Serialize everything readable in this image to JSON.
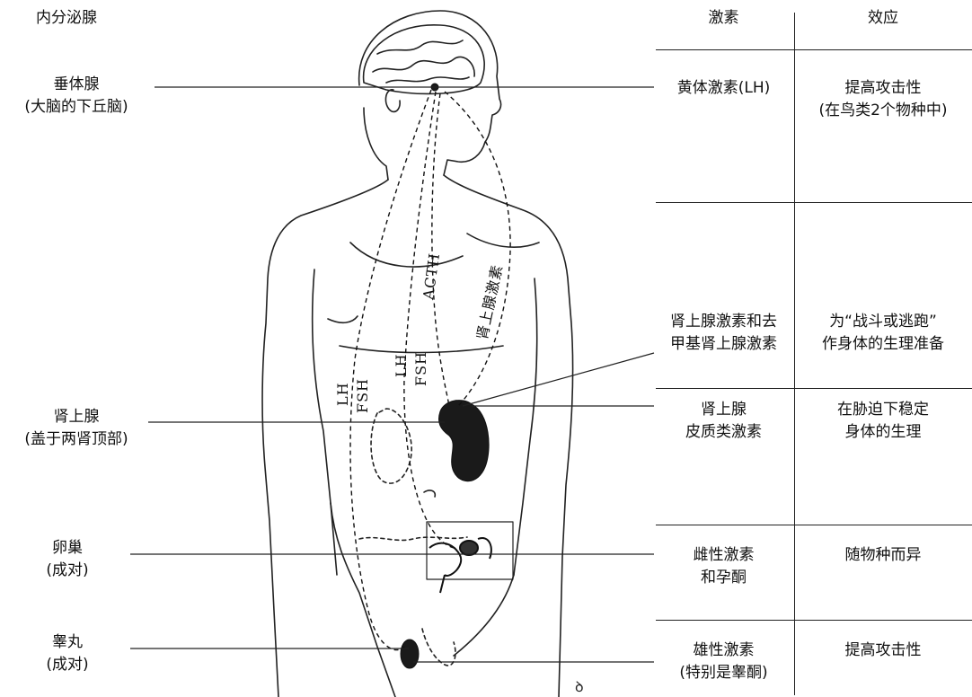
{
  "header": {
    "left": "内分泌腺",
    "hormone": "激素",
    "effect": "效应"
  },
  "glands": [
    {
      "name": "垂体腺",
      "sub": "(大脑的下丘脑)"
    },
    {
      "name": "肾上腺",
      "sub": "(盖于两肾顶部)"
    },
    {
      "name": "卵巢",
      "sub": "(成对)"
    },
    {
      "name": "睾丸",
      "sub": "(成对)"
    }
  ],
  "rows": [
    {
      "hormone": [
        "黄体激素(LH)"
      ],
      "effect": [
        "提高攻击性",
        "(在鸟类2个物种中)"
      ]
    },
    {
      "hormone": [
        "肾上腺激素和去",
        "甲基肾上腺激素"
      ],
      "effect": [
        "为“战斗或逃跑”",
        "作身体的生理准备"
      ]
    },
    {
      "hormone": [
        "肾上腺",
        "皮质类激素"
      ],
      "effect": [
        "在胁迫下稳定",
        "身体的生理"
      ]
    },
    {
      "hormone": [
        "雌性激素",
        "和孕酮"
      ],
      "effect": [
        "随物种而异"
      ]
    },
    {
      "hormone": [
        "雄性激素",
        "(特别是睾酮)"
      ],
      "effect": [
        "提高攻击性"
      ]
    }
  ],
  "pathway_labels": {
    "lh_a": "LH",
    "fsh_a": "FSH",
    "lh_b": "LH",
    "fsh_b": "FSH",
    "acth": "ACTH",
    "adrenal": "肾上腺激素"
  },
  "colors": {
    "line": "#222222",
    "organ": "#1a1a1a",
    "background": "#ffffff"
  },
  "icons": [
    "brain-icon",
    "adrenal-gland-icon",
    "uterus-ovary-icon",
    "testis-icon",
    "human-body-icon"
  ]
}
